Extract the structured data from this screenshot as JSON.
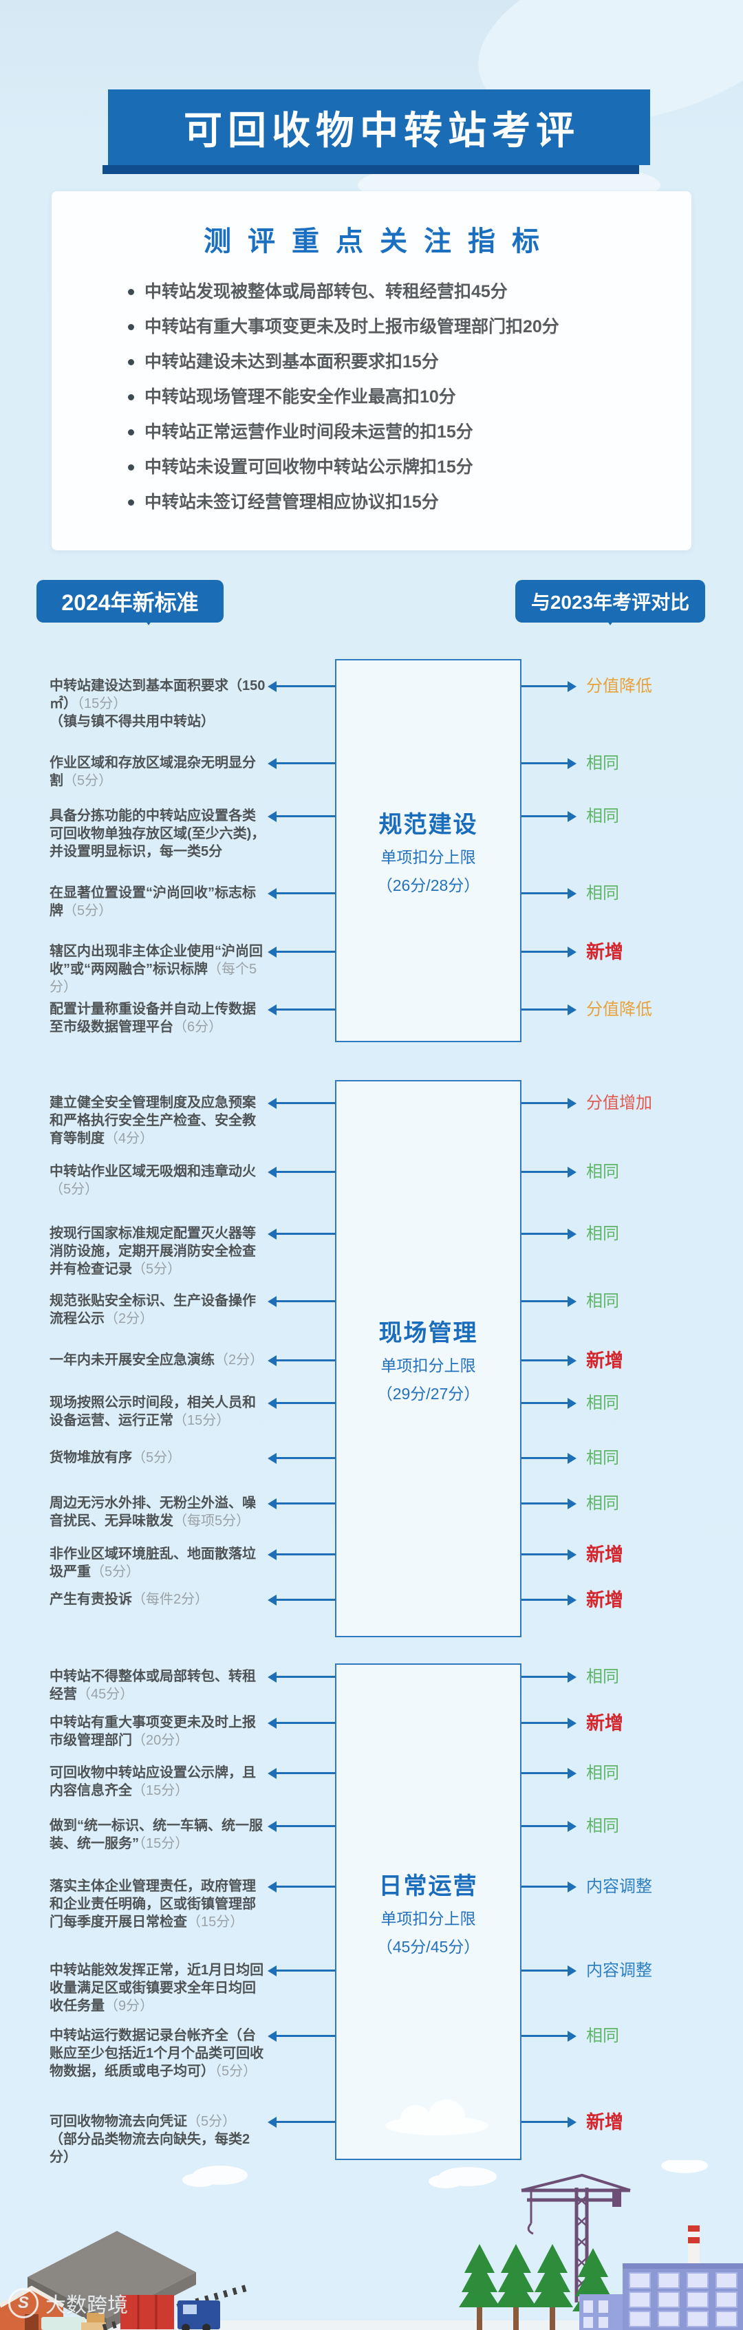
{
  "header": {
    "title": "可回收物中转站考评"
  },
  "focus_card": {
    "title": "测评重点关注指标",
    "bullets": [
      "中转站发现被整体或局部转包、转租经营扣45分",
      "中转站有重大事项变更未及时上报市级管理部门扣20分",
      "中转站建设未达到基本面积要求扣15分",
      "中转站现场管理不能安全作业最高扣10分",
      "中转站正常运营作业时间段未运营的扣15分",
      "中转站未设置可回收物中转站公示牌扣15分",
      "中转站未签订经营管理相应协议扣15分"
    ]
  },
  "badges": {
    "left": "2024年新标准",
    "right": "与2023年考评对比"
  },
  "colors": {
    "banner": "#1a6cb5",
    "banner_shadow": "#0f4d8e",
    "accent_blue": "#1e6fb5",
    "background": "#dbedf8"
  },
  "status_colors": {
    "lower": "#e8a23c",
    "raise": "#e05a52",
    "same": "#5eb568",
    "new": "#d5252d",
    "adjust": "#2f7fc1"
  },
  "sections": [
    {
      "name": "规范建设",
      "limit_label": "单项扣分上限",
      "limit_value": "（26分/28分）",
      "rows": [
        {
          "text": "中转站建设达到基本面积要求（150㎡）",
          "score": "（15分）",
          "note": "（镇与镇不得共用中转站）",
          "status": "分值降低",
          "status_type": "lower"
        },
        {
          "text": "作业区域和存放区域混杂无明显分割",
          "score": "（5分）",
          "status": "相同",
          "status_type": "same"
        },
        {
          "text": "具备分拣功能的中转站应设置各类可回收物单独存放区域(至少六类)，并设置明显标识，每一类5分",
          "score": "",
          "status": "相同",
          "status_type": "same"
        },
        {
          "text": "在显著位置设置“沪尚回收”标志标牌",
          "score": "（5分）",
          "status": "相同",
          "status_type": "same"
        },
        {
          "text": "辖区内出现非主体企业使用“沪尚回收”或“两网融合”标识标牌",
          "score": "（每个5分）",
          "status": "新增",
          "status_type": "new"
        },
        {
          "text": "配置计量称重设备并自动上传数据至市级数据管理平台",
          "score": "（6分）",
          "status": "分值降低",
          "status_type": "lower"
        }
      ]
    },
    {
      "name": "现场管理",
      "limit_label": "单项扣分上限",
      "limit_value": "（29分/27分）",
      "rows": [
        {
          "text": "建立健全安全管理制度及应急预案和严格执行安全生产检查、安全教育等制度",
          "score": "（4分）",
          "status": "分值增加",
          "status_type": "raise"
        },
        {
          "text": "中转站作业区域无吸烟和违章动火",
          "score": "（5分）",
          "status": "相同",
          "status_type": "same"
        },
        {
          "text": "按现行国家标准规定配置灭火器等消防设施，定期开展消防安全检查并有检查记录",
          "score": "（5分）",
          "status": "相同",
          "status_type": "same"
        },
        {
          "text": "规范张贴安全标识、生产设备操作流程公示",
          "score": "（2分）",
          "status": "相同",
          "status_type": "same"
        },
        {
          "text": "一年内未开展安全应急演练",
          "score": "（2分）",
          "status": "新增",
          "status_type": "new"
        },
        {
          "text": "现场按照公示时间段，相关人员和设备运营、运行正常",
          "score": "（15分）",
          "status": "相同",
          "status_type": "same"
        },
        {
          "text": "货物堆放有序",
          "score": "（5分）",
          "status": "相同",
          "status_type": "same"
        },
        {
          "text": "周边无污水外排、无粉尘外溢、噪音扰民、无异味散发",
          "score": "（每项5分）",
          "status": "相同",
          "status_type": "same"
        },
        {
          "text": "非作业区域环境脏乱、地面散落垃圾严重",
          "score": "（5分）",
          "status": "新增",
          "status_type": "new"
        },
        {
          "text": "产生有责投诉",
          "score": "（每件2分）",
          "status": "新增",
          "status_type": "new"
        }
      ]
    },
    {
      "name": "日常运营",
      "limit_label": "单项扣分上限",
      "limit_value": "（45分/45分）",
      "rows": [
        {
          "text": "中转站不得整体或局部转包、转租经营",
          "score": "（45分）",
          "status": "相同",
          "status_type": "same"
        },
        {
          "text": "中转站有重大事项变更未及时上报市级管理部门",
          "score": "（20分）",
          "status": "新增",
          "status_type": "new"
        },
        {
          "text": "可回收物中转站应设置公示牌，且内容信息齐全",
          "score": "（15分）",
          "status": "相同",
          "status_type": "same"
        },
        {
          "text": "做到“统一标识、统一车辆、统一服装、统一服务”",
          "score": "（15分）",
          "status": "相同",
          "status_type": "same"
        },
        {
          "text": "落实主体企业管理责任，政府管理和企业责任明确，区或街镇管理部门每季度开展日常检查",
          "score": "（15分）",
          "status": "内容调整",
          "status_type": "adjust"
        },
        {
          "text": "中转站能效发挥正常，近1月日均回收量满足区或街镇要求全年日均回收任务量",
          "score": "（9分）",
          "status": "内容调整",
          "status_type": "adjust"
        },
        {
          "text": "中转站运行数据记录台帐齐全（台账应至少包括近1个月个品类可回收物数据，纸质或电子均可）",
          "score": "（5分）",
          "status": "相同",
          "status_type": "same"
        },
        {
          "text": "可回收物物流去向凭证",
          "score": "（5分）",
          "note": "（部分品类物流去向缺失，每类2分）",
          "status": "新增",
          "status_type": "new"
        }
      ]
    }
  ],
  "watermark": {
    "logo": "S",
    "text": "大数跨境"
  },
  "illustration": {
    "items": [
      "warehouse",
      "orange-house",
      "red-container-truck",
      "blue-wagon",
      "railway-track",
      "cargo-boxes",
      "construction-crane",
      "pine-trees",
      "factory-building",
      "striped-chimney",
      "clouds"
    ]
  }
}
